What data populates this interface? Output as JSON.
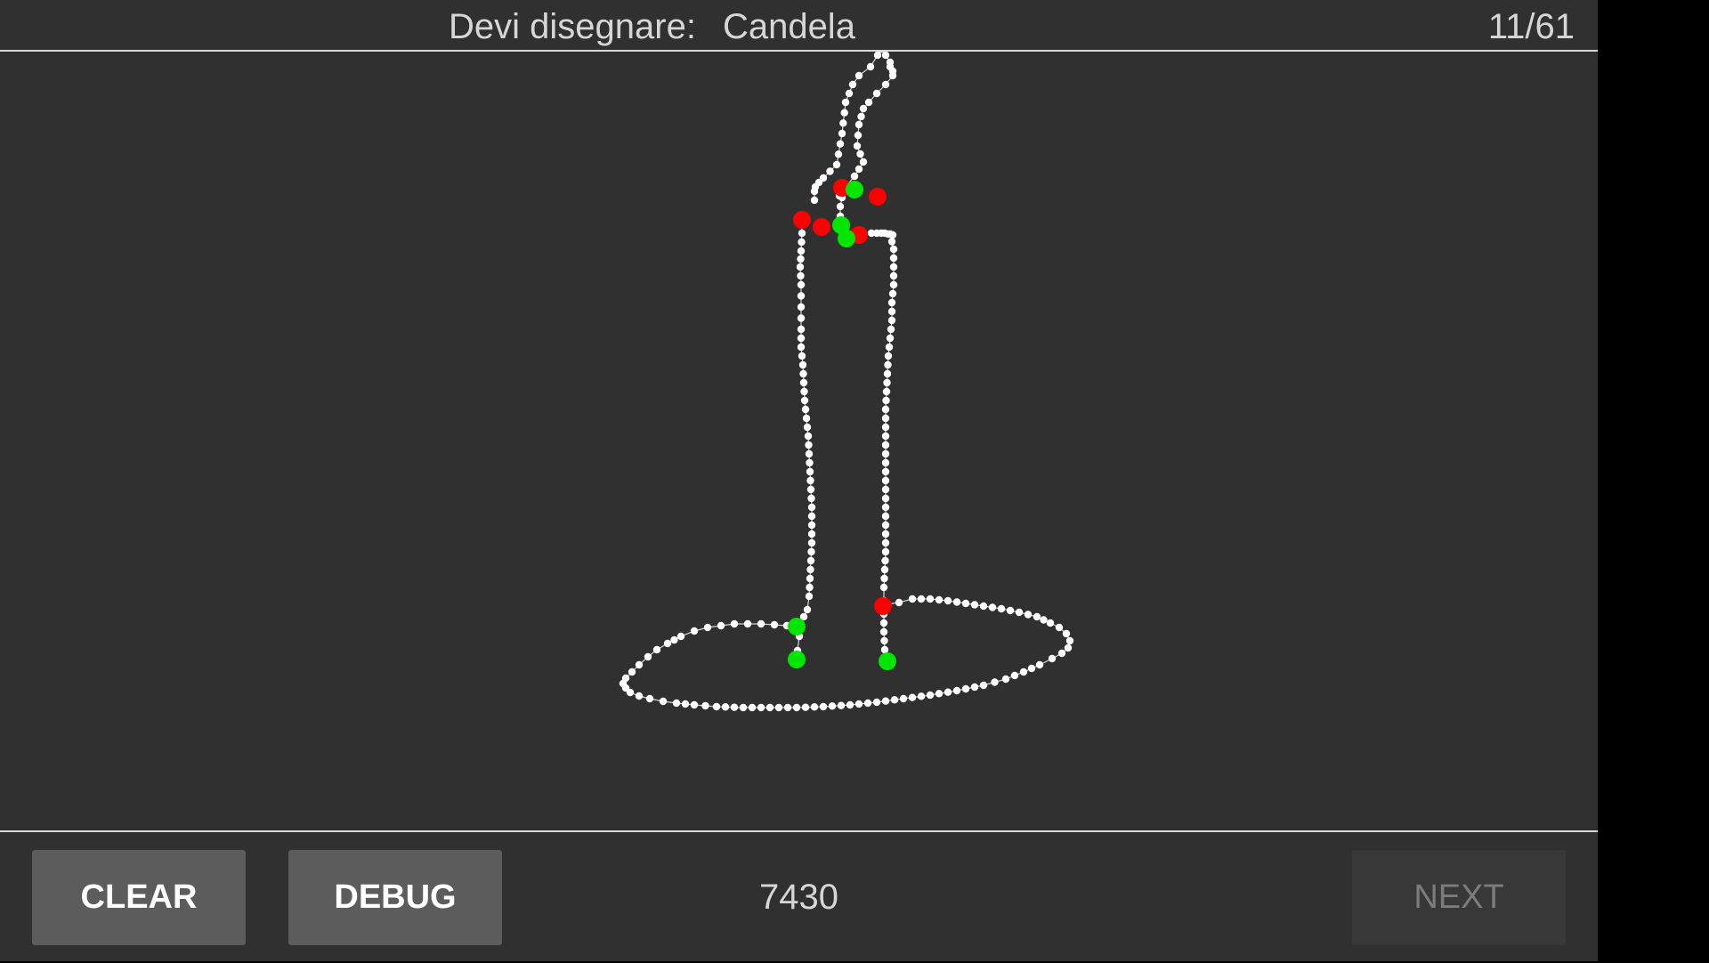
{
  "header": {
    "prompt_label": "Devi disegnare:",
    "target_word": "Candela",
    "progress": "11/61"
  },
  "footer": {
    "clear_label": "CLEAR",
    "debug_label": "DEBUG",
    "score": "7430",
    "next_label": "NEXT"
  },
  "colors": {
    "background": "#303030",
    "stroke": "#ffffff",
    "stroke_end_marker": "#ff0000",
    "stroke_start_marker": "#00e600",
    "button_enabled": "#5c5c5d",
    "button_disabled": "#383838"
  }
}
